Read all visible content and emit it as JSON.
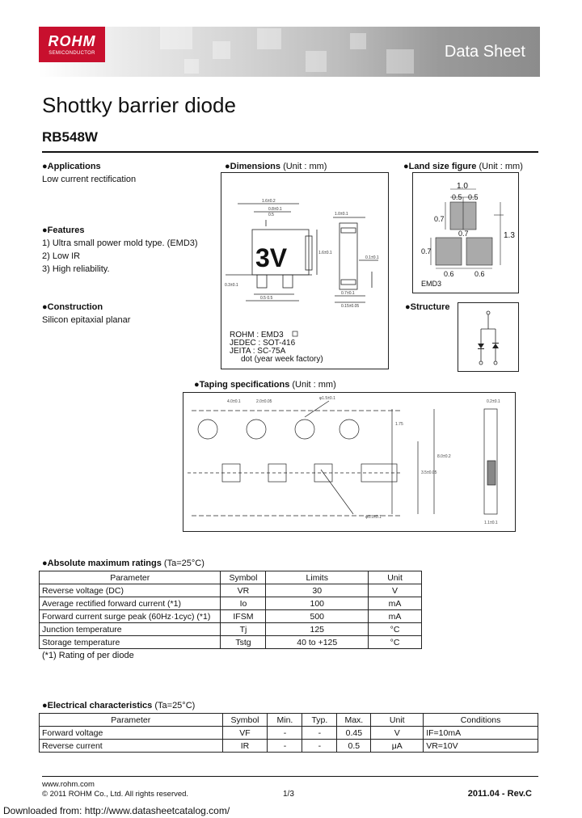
{
  "header": {
    "logo_main": "ROHM",
    "logo_sub": "SEMICONDUCTOR",
    "doc_type": "Data Sheet"
  },
  "title": "Shottky barrier diode",
  "part_number": "RB548W",
  "applications": {
    "heading": "Applications",
    "text": "Low current rectification"
  },
  "features": {
    "heading": "Features",
    "items": [
      "1) Ultra small power mold type. (EMD3)",
      "2) Low IR",
      "3) High reliability."
    ]
  },
  "construction": {
    "heading": "Construction",
    "text": "Silicon epitaxial planar"
  },
  "dimensions": {
    "heading": "Dimensions",
    "unit": "(Unit : mm)",
    "marking": "3V",
    "pkg_lines": [
      "ROHM : EMD3",
      "JEDEC : SOT-416",
      "JEITA : SC-75A"
    ],
    "date_code": "dot (year week factory)"
  },
  "land": {
    "heading": "Land size figure",
    "unit": "(Unit : mm)",
    "dims": [
      "1.0",
      "0.5",
      "0.5",
      "0.7",
      "0.7",
      "0.7",
      "1.3",
      "0.6",
      "0.6"
    ],
    "pkg": "EMD3"
  },
  "structure": {
    "heading": "Structure"
  },
  "taping": {
    "heading": "Taping specifications",
    "unit": "(Unit : mm)"
  },
  "abs_max": {
    "heading": "Absolute maximum ratings",
    "cond": "(Ta=25°C)",
    "columns": [
      "Parameter",
      "Symbol",
      "Limits",
      "Unit"
    ],
    "rows": [
      [
        "Reverse voltage (DC)",
        "VR",
        "30",
        "V"
      ],
      [
        "Average rectified forward current (*1)",
        "Io",
        "100",
        "mA"
      ],
      [
        "Forward current surge peak (60Hz·1cyc) (*1)",
        "IFSM",
        "500",
        "mA"
      ],
      [
        "Junction temperature",
        "Tj",
        "125",
        "°C"
      ],
      [
        "Storage temperature",
        "Tstg",
        "40 to +125",
        "°C"
      ]
    ],
    "note": "(*1) Rating of per diode"
  },
  "elec": {
    "heading": "Electrical characteristics",
    "cond": "(Ta=25°C)",
    "columns": [
      "Parameter",
      "Symbol",
      "Min.",
      "Typ.",
      "Max.",
      "Unit",
      "Conditions"
    ],
    "rows": [
      [
        "Forward voltage",
        "VF",
        "-",
        "-",
        "0.45",
        "V",
        "IF=10mA"
      ],
      [
        "Reverse current",
        "IR",
        "-",
        "-",
        "0.5",
        "μA",
        "VR=10V"
      ]
    ]
  },
  "footer": {
    "website": "www.rohm.com",
    "copyright": "© 2011 ROHM Co., Ltd. All rights reserved.",
    "page": "1/3",
    "revision": "2011.04 - Rev.C",
    "download": "Downloaded from: http://www.datasheetcatalog.com/"
  }
}
